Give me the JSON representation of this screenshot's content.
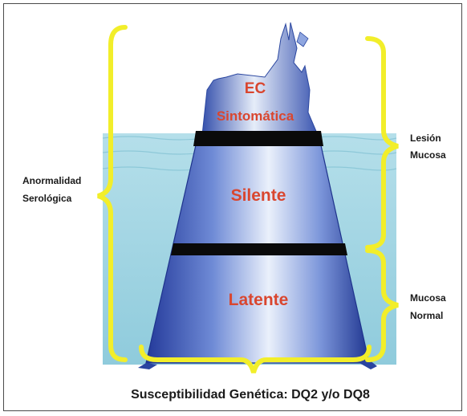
{
  "tip": {
    "line1": "EC",
    "line2": "Sintomática"
  },
  "middle_label": "Silente",
  "bottom_label": "Latente",
  "left_label": {
    "line1": "Anormalidad",
    "line2": "Serológica"
  },
  "right_top_label": {
    "line1": "Lesión",
    "line2": "Mucosa"
  },
  "right_bottom_label": {
    "line1": "Mucosa",
    "line2": "Normal"
  },
  "caption": "Susceptibilidad Genética: DQ2 y/o DQ8",
  "colors": {
    "water": "#a6d8e6",
    "water_surface": "#8ccad9",
    "ice_light": "#e8eef9",
    "ice_dark": "#2d4aa6",
    "band": "#0a0a0a",
    "label_red": "#d9462f",
    "brace_yellow": "#f2ee2a"
  }
}
